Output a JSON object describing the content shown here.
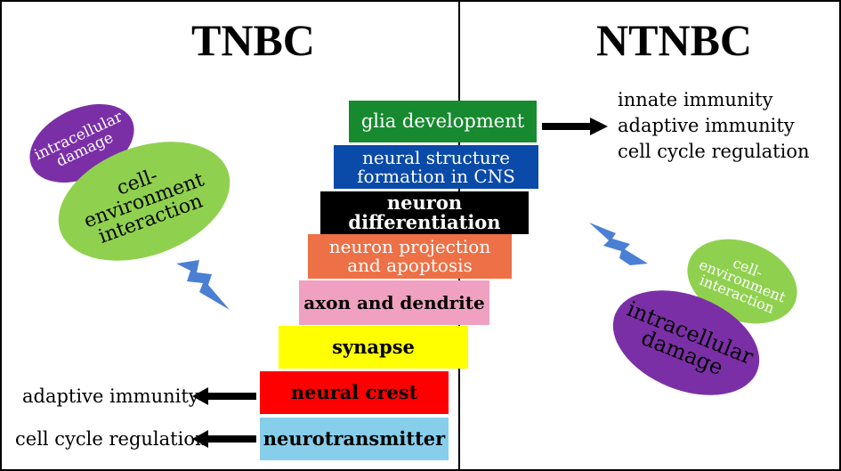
{
  "panels": {
    "left_title": "TNBC",
    "right_title": "NTNBC"
  },
  "bars": [
    {
      "label": "glia development",
      "color": "#178a2f",
      "text_color": "#ffffff"
    },
    {
      "label": "neural structure\nformation in CNS",
      "color": "#0a4aa8",
      "text_color": "#ffffff"
    },
    {
      "label": "neuron differentiation",
      "color": "#000000",
      "text_color": "#ffffff"
    },
    {
      "label": "neuron projection\nand apoptosis",
      "color": "#ee7046",
      "text_color": "#ffffff"
    },
    {
      "label": "axon and dendrite",
      "color": "#f0a0c0",
      "text_color": "#000000"
    },
    {
      "label": "synapse",
      "color": "#ffff00",
      "text_color": "#000000"
    },
    {
      "label": "neural crest",
      "color": "#ff0000",
      "text_color": "#000000"
    },
    {
      "label": "neurotransmitter",
      "color": "#87ceeb",
      "text_color": "#000000"
    }
  ],
  "right_list": [
    "innate immunity",
    "adaptive immunity",
    "cell cycle regulation"
  ],
  "left_list": [
    "adaptive immunity",
    "cell cycle regulation"
  ],
  "left_ellipses": {
    "intracellular": {
      "label": "intracellular\ndamage",
      "color": "#7b2fa6",
      "text_color": "#ffffff"
    },
    "cell_env": {
      "label": "cell-\nenvironment\ninteraction",
      "color": "#8fd14f",
      "text_color": "#000000"
    }
  },
  "right_ellipses": {
    "cell_env": {
      "label": "cell-\nenvironment\ninteraction",
      "color": "#8fd14f",
      "text_color": "#ffffff"
    },
    "intracellular": {
      "label": "intracellular\ndamage",
      "color": "#7b2fa6",
      "text_color": "#000000"
    }
  },
  "colors": {
    "bolt": "#4a7fd4",
    "arrow": "#000000"
  },
  "icons": [
    "lightning-bolt-icon",
    "arrow-right-icon",
    "arrow-left-icon"
  ]
}
